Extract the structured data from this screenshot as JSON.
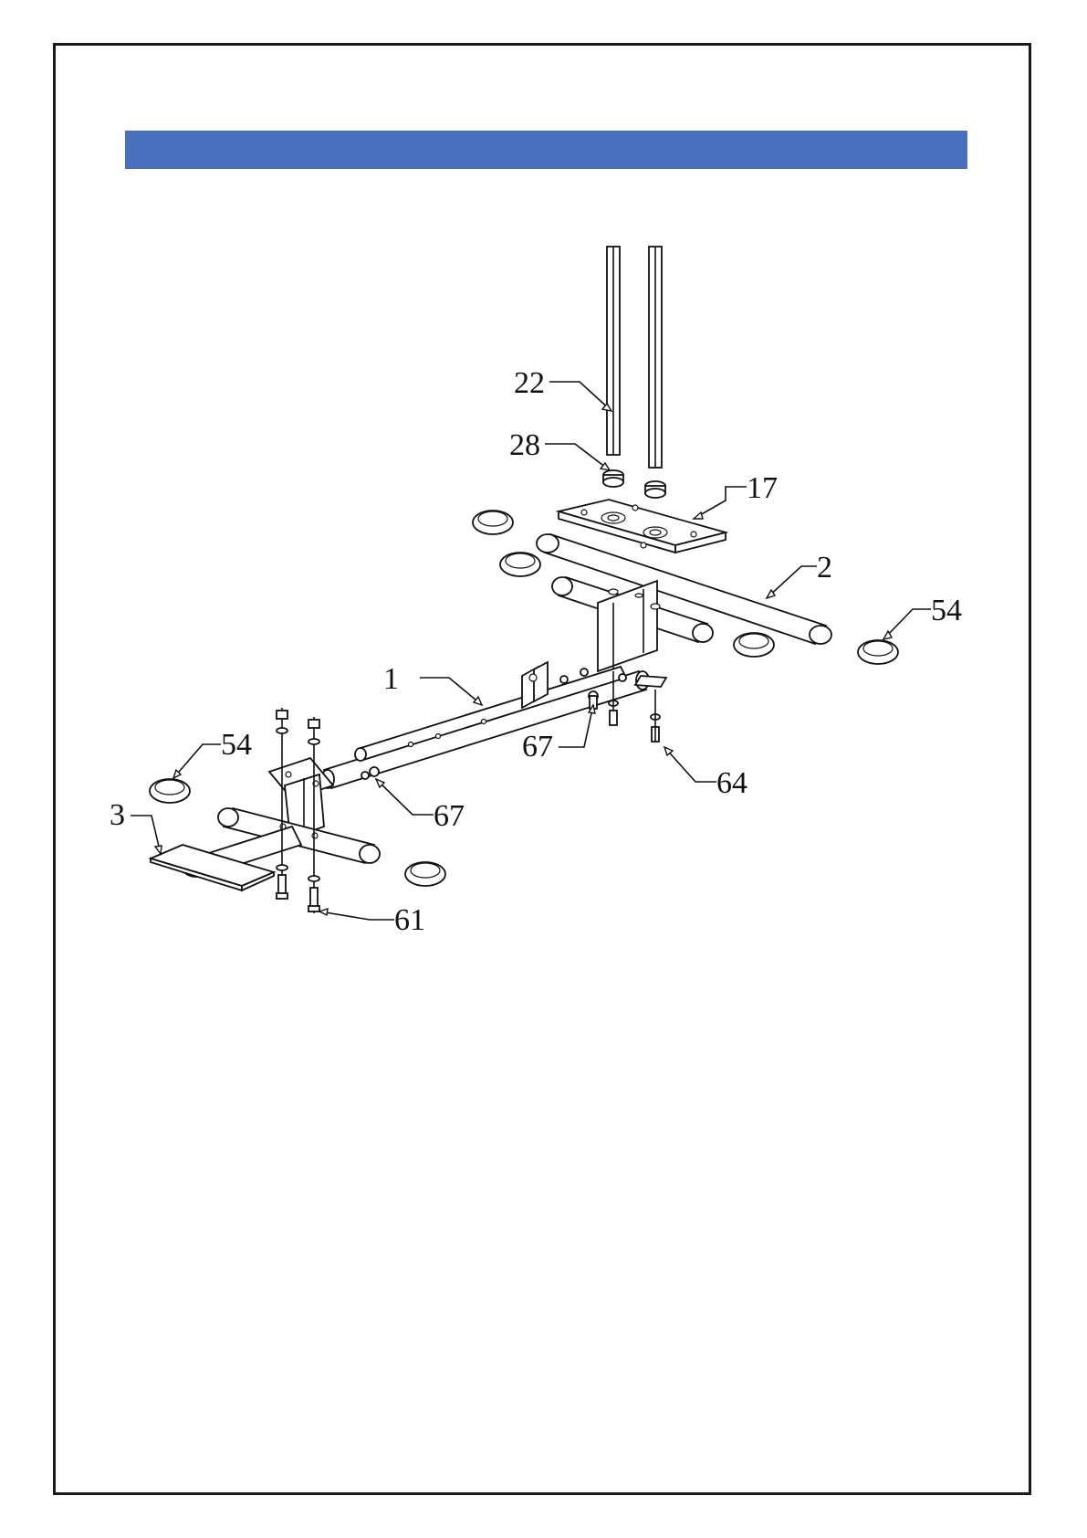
{
  "colors": {
    "header_bar": "#4a6fbf",
    "line": "#111111"
  },
  "callouts": {
    "c22": "22",
    "c28": "28",
    "c17": "17",
    "c2": "2",
    "c54_right": "54",
    "c1": "1",
    "c67_upper": "67",
    "c64": "64",
    "c54_left": "54",
    "c3": "3",
    "c67_lower": "67",
    "c61": "61"
  }
}
